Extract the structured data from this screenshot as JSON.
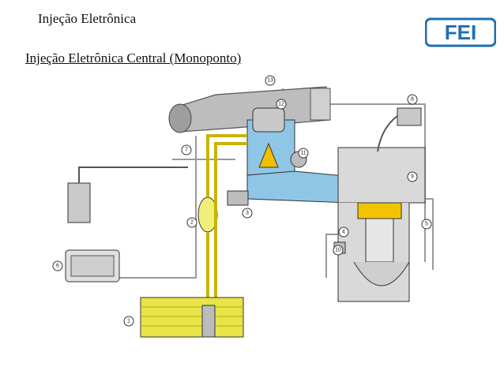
{
  "header": {
    "title": "Injeção Eletrônica"
  },
  "slide": {
    "subtitle": "Injeção Eletrônica Central (Monoponto)"
  },
  "logo": {
    "text": "FEI",
    "color": "#1f6fb2"
  },
  "colors": {
    "fuel": "#e8e44a",
    "air": "#7fbde0",
    "engine": "#d9d9d9",
    "piston": "#f2c400",
    "wiring": "#b0b0b0"
  },
  "callouts": [
    "1",
    "2",
    "3",
    "4",
    "5",
    "6",
    "7",
    "8",
    "9",
    "10",
    "11",
    "12",
    "13"
  ]
}
